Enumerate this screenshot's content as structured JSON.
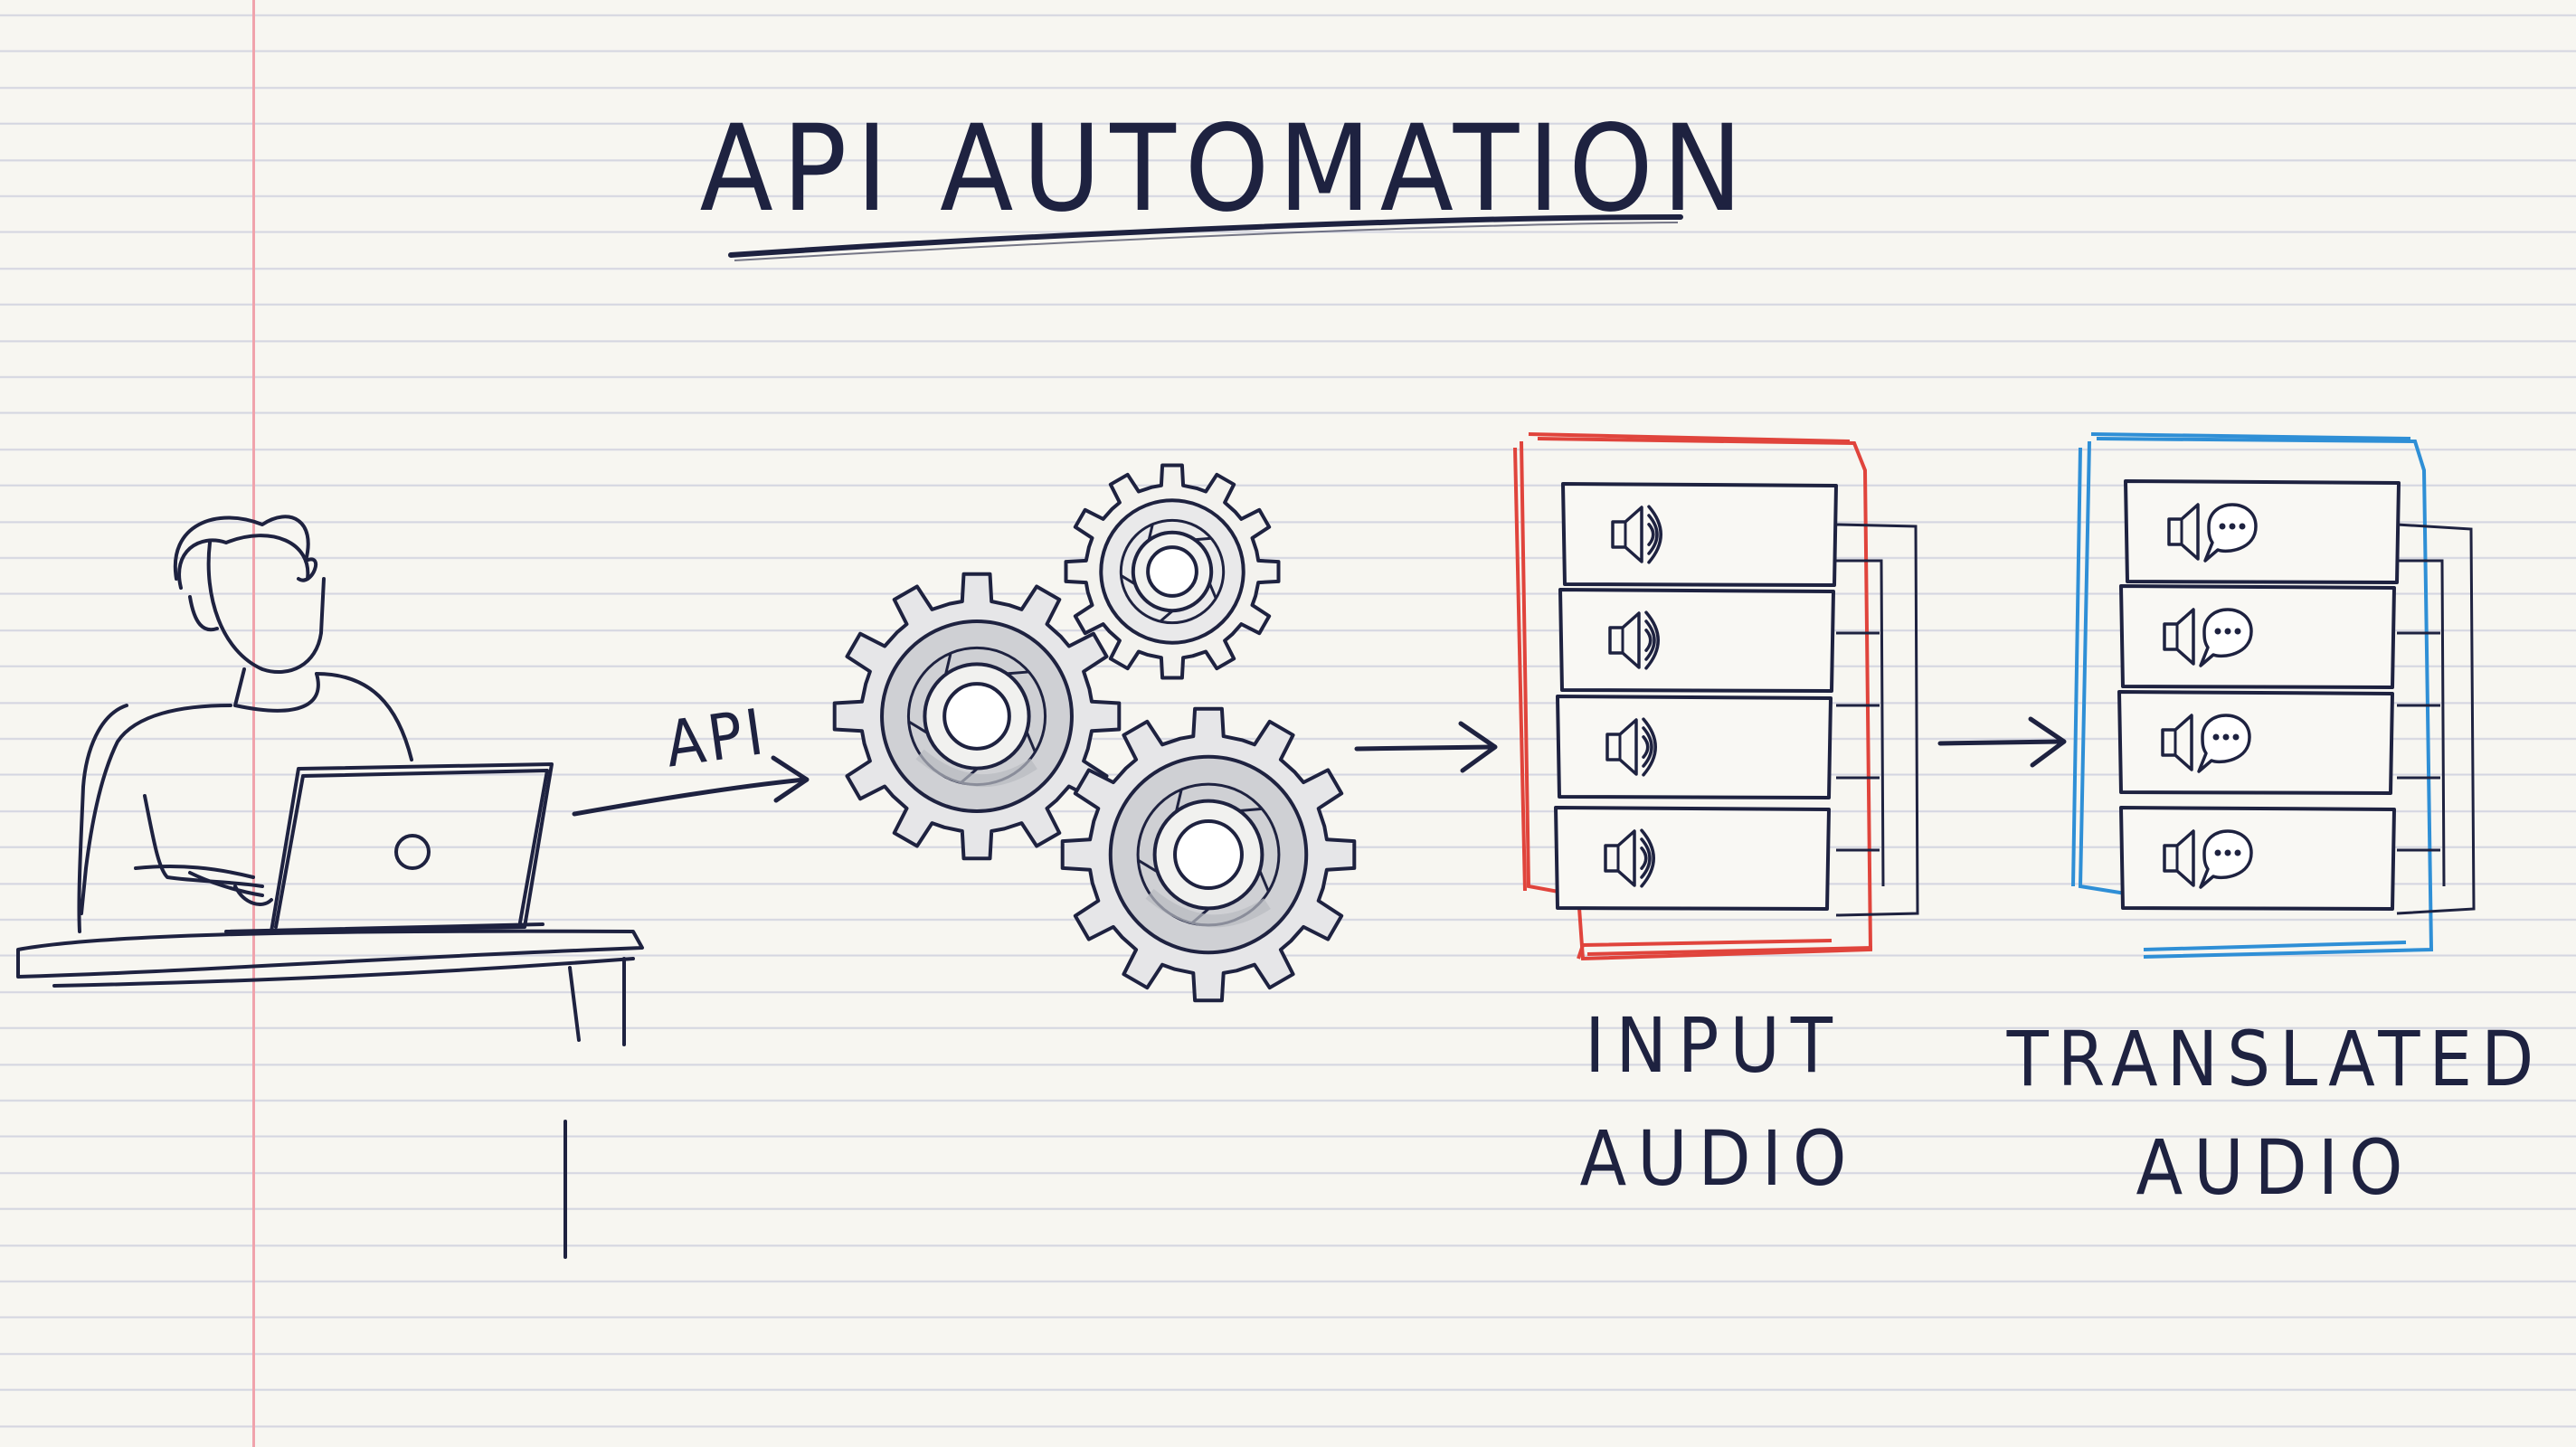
{
  "title": "API AUTOMATION",
  "api_label": "API",
  "input_label": [
    "INPUT",
    "AUDIO"
  ],
  "output_label": [
    "TRANSLATED",
    "AUDIO"
  ],
  "icons": {
    "input_item": "speaker-icon",
    "output_item": "speech-bubble-speaker-icon"
  },
  "colors": {
    "ink": "#1e2240",
    "input_stack": "#e0443c",
    "output_stack": "#2f8fd6",
    "margin": "#f0a3ac",
    "gear_shade": "#b8bac0"
  }
}
